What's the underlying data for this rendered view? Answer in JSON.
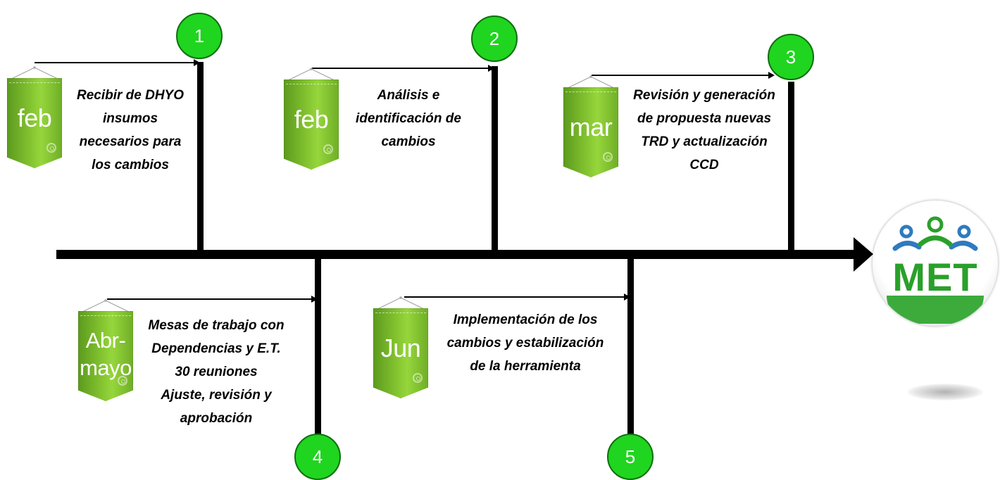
{
  "timeline": {
    "steps": [
      {
        "number": "1",
        "month": "feb",
        "caption": [
          "Recibir de DHYO",
          "insumos",
          "necesarios para",
          "los cambios"
        ]
      },
      {
        "number": "2",
        "month": "feb",
        "caption": [
          "Análisis e",
          "identificación de",
          "cambios"
        ]
      },
      {
        "number": "3",
        "month": "mar",
        "caption": [
          "Revisión y generación",
          "de propuesta nuevas",
          "TRD y actualización",
          "CCD"
        ]
      },
      {
        "number": "4",
        "month_lines": [
          "Abr-",
          "mayo"
        ],
        "caption": [
          "Mesas de trabajo con",
          "Dependencias  y E.T.",
          "30 reuniones",
          "Ajuste, revisión y",
          "aprobación"
        ]
      },
      {
        "number": "5",
        "month": "Jun",
        "caption": [
          "Implementación de los",
          "cambios y estabilización",
          "de la herramienta"
        ]
      }
    ]
  },
  "logo": {
    "text": "MET",
    "icon": "three-people-icon",
    "colors": {
      "green": "#2aa02a",
      "blue": "#2e7bbf"
    }
  },
  "colors": {
    "circle_green": "#1fd51f",
    "banner_green": "#86c631",
    "axis": "#000000"
  }
}
